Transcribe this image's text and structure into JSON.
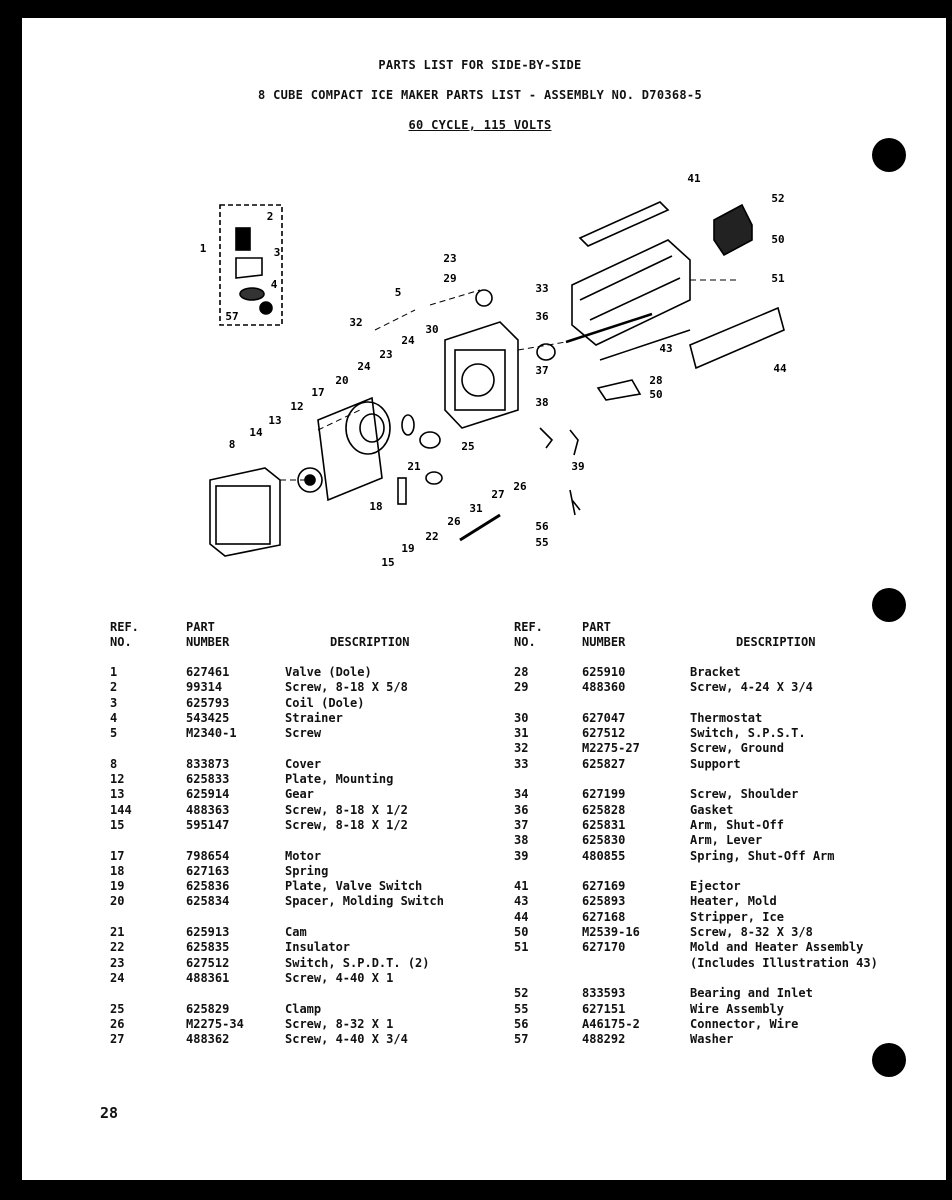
{
  "title_line1": "PARTS LIST FOR SIDE-BY-SIDE",
  "title_line2": "8 CUBE COMPACT ICE MAKER PARTS LIST - ASSEMBLY NO. D70368-5",
  "title_line3": "60 CYCLE, 115 VOLTS",
  "headers": {
    "ref": "REF.\nNO.",
    "part": "PART\nNUMBER",
    "desc": "DESCRIPTION"
  },
  "left_groups": [
    [
      [
        "1",
        "627461",
        "Valve (Dole)"
      ],
      [
        "2",
        "99314",
        "Screw, 8-18 X 5/8"
      ],
      [
        "3",
        "625793",
        "Coil (Dole)"
      ],
      [
        "4",
        "543425",
        "Strainer"
      ],
      [
        "5",
        "M2340-1",
        "Screw"
      ]
    ],
    [
      [
        "8",
        "833873",
        "Cover"
      ],
      [
        "12",
        "625833",
        "Plate, Mounting"
      ],
      [
        "13",
        "625914",
        "Gear"
      ],
      [
        "144",
        "488363",
        "Screw, 8-18 X 1/2"
      ],
      [
        "15",
        "595147",
        "Screw, 8-18 X 1/2"
      ]
    ],
    [
      [
        "17",
        "798654",
        "Motor"
      ],
      [
        "18",
        "627163",
        "Spring"
      ],
      [
        "19",
        "625836",
        "Plate, Valve Switch"
      ],
      [
        "20",
        "625834",
        "Spacer, Molding Switch"
      ]
    ],
    [
      [
        "21",
        "625913",
        "Cam"
      ],
      [
        "22",
        "625835",
        "Insulator"
      ],
      [
        "23",
        "627512",
        "Switch, S.P.D.T. (2)"
      ],
      [
        "24",
        "488361",
        "Screw, 4-40 X 1"
      ]
    ],
    [
      [
        "25",
        "625829",
        "Clamp"
      ],
      [
        "26",
        "M2275-34",
        "Screw, 8-32 X 1"
      ],
      [
        "27",
        "488362",
        "Screw, 4-40 X 3/4"
      ]
    ]
  ],
  "right_groups": [
    [
      [
        "28",
        "625910",
        "Bracket"
      ],
      [
        "29",
        "488360",
        "Screw, 4-24 X 3/4"
      ]
    ],
    [
      [
        "30",
        "627047",
        "Thermostat"
      ],
      [
        "31",
        "627512",
        "Switch, S.P.S.T."
      ],
      [
        "32",
        "M2275-27",
        "Screw, Ground"
      ],
      [
        "33",
        "625827",
        "Support"
      ]
    ],
    [
      [
        "34",
        "627199",
        "Screw, Shoulder"
      ],
      [
        "36",
        "625828",
        "Gasket"
      ],
      [
        "37",
        "625831",
        "Arm, Shut-Off"
      ],
      [
        "38",
        "625830",
        "Arm, Lever"
      ],
      [
        "39",
        "480855",
        "Spring, Shut-Off Arm"
      ]
    ],
    [
      [
        "41",
        "627169",
        "Ejector"
      ],
      [
        "43",
        "625893",
        "Heater, Mold"
      ],
      [
        "44",
        "627168",
        "Stripper, Ice"
      ],
      [
        "50",
        "M2539-16",
        "Screw, 8-32 X 3/8"
      ],
      [
        "51",
        "627170",
        "Mold and Heater Assembly"
      ],
      [
        "",
        "",
        "(Includes Illustration 43)"
      ]
    ],
    [
      [
        "52",
        "833593",
        "Bearing and Inlet"
      ],
      [
        "55",
        "627151",
        "Wire Assembly"
      ],
      [
        "56",
        "A46175-2",
        "Connector, Wire"
      ],
      [
        "57",
        "488292",
        "Washer"
      ]
    ]
  ],
  "callouts": [
    "1",
    "2",
    "3",
    "4",
    "57",
    "5",
    "8",
    "12",
    "13",
    "14",
    "15",
    "17",
    "18",
    "19",
    "20",
    "21",
    "22",
    "23",
    "23",
    "24",
    "24",
    "25",
    "26",
    "26",
    "27",
    "28",
    "29",
    "30",
    "31",
    "32",
    "33",
    "36",
    "37",
    "38",
    "39",
    "41",
    "43",
    "44",
    "50",
    "50",
    "51",
    "52",
    "55",
    "56"
  ],
  "page_number": "28"
}
